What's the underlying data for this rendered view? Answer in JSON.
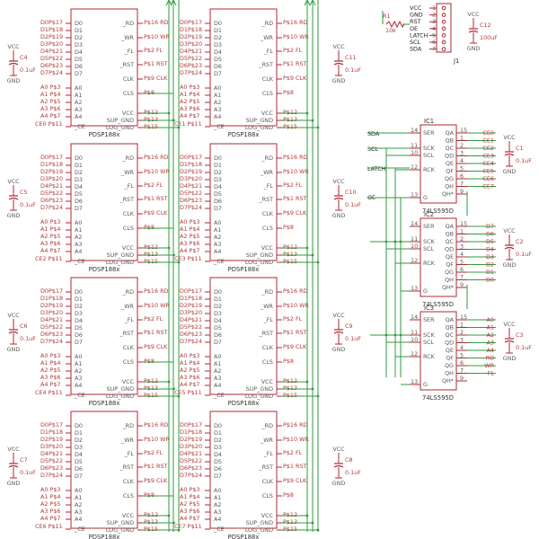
{
  "display": {
    "part": "PDSP188x",
    "left_pins": [
      "D0",
      "D1",
      "D2",
      "D3",
      "D4",
      "D5",
      "D6",
      "D7",
      "A0",
      "A1",
      "A2",
      "A3",
      "A4"
    ],
    "right_pins": [
      "_RD",
      "_WR",
      "_FL",
      "_RST",
      "CLK",
      "CLS",
      "VCC",
      "SUP_GND",
      "LOG_GND"
    ],
    "ce_pin": "_CE",
    "left_nets": [
      "D0P$17",
      "D1P$18",
      "D2P$19",
      "D3P$20",
      "D4P$21",
      "D5P$22",
      "D6P$23",
      "D7P$24",
      "A0 P$3",
      "A1 P$4",
      "A2 P$5",
      "A3 P$6",
      "A4 P$7"
    ],
    "right_nets": [
      "P$16 RD",
      "P$10 WR",
      "P$2 FL",
      "P$1 RST",
      "P$9 CLK",
      "P$8",
      "P$12",
      "P$13",
      "P$15"
    ],
    "ce_nets_left": [
      "CE0 P$11",
      "CE2 P$11",
      "CE4 P$11",
      "CE6 P$11"
    ],
    "ce_nets_right": [
      "CE1 P$11",
      "CE3 P$11",
      "CE5 P$11",
      "CE7 P$11"
    ]
  },
  "caps_left": [
    {
      "name": "C4",
      "value": "0.1uF"
    },
    {
      "name": "C5",
      "value": "0.1uF"
    },
    {
      "name": "C6",
      "value": "0.1uF"
    },
    {
      "name": "C7",
      "value": "0.1uF"
    }
  ],
  "caps_mid": [
    {
      "name": "C11",
      "value": "0.1uF"
    },
    {
      "name": "C10",
      "value": "0.1uF"
    },
    {
      "name": "C9",
      "value": "0.1uF"
    },
    {
      "name": "C8",
      "value": "0.1uF"
    }
  ],
  "power": {
    "vcc": "VCC",
    "gnd": "GND"
  },
  "header": {
    "name": "J1",
    "pins": [
      "VCC",
      "GND",
      "RST",
      "OE",
      "LATCH",
      "SCL",
      "SDA"
    ],
    "numbers": [
      "1",
      "2",
      "3",
      "4",
      "5",
      "6",
      "7"
    ],
    "resistor": "R1",
    "resistor_value": "10k",
    "cap": "C12",
    "cap_value": "100uF"
  },
  "shift_regs": [
    {
      "name": "IC1",
      "part": "74LS595D",
      "outs": [
        "CE0",
        "CE1",
        "CE2",
        "CE3",
        "CE4",
        "CE5",
        "CE6",
        "CE7"
      ]
    },
    {
      "name": "IC2",
      "part": "74LS595D",
      "outs": [
        "D7",
        "D6",
        "D5",
        "D4",
        "D3",
        "D2",
        "D1",
        "D0"
      ]
    },
    {
      "name": "IC3",
      "part": "74LS595D",
      "outs": [
        "A0",
        "A1",
        "A2",
        "A3",
        "A4",
        "RD",
        "WR",
        "FL"
      ]
    }
  ],
  "sr_left_pins": [
    "SER",
    "SCK",
    "SCL",
    "RCK",
    "G"
  ],
  "sr_left_nums": [
    "14",
    "11",
    "10",
    "12",
    "13"
  ],
  "sr_right_pins": [
    "QA",
    "QB",
    "QC",
    "QD",
    "QE",
    "QF",
    "QG",
    "QH",
    "QH*"
  ],
  "sr_right_nums": [
    "15",
    "1",
    "2",
    "3",
    "4",
    "5",
    "6",
    "7",
    "9"
  ],
  "sr_caps": [
    {
      "name": "C1",
      "value": "0.1uF"
    },
    {
      "name": "C2",
      "value": "0.1uF"
    },
    {
      "name": "C3",
      "value": "0.1uF"
    }
  ],
  "bus_labels": {
    "sda": "SDA",
    "scl": "SCL",
    "latch": "LATCH",
    "oe": "OE"
  }
}
